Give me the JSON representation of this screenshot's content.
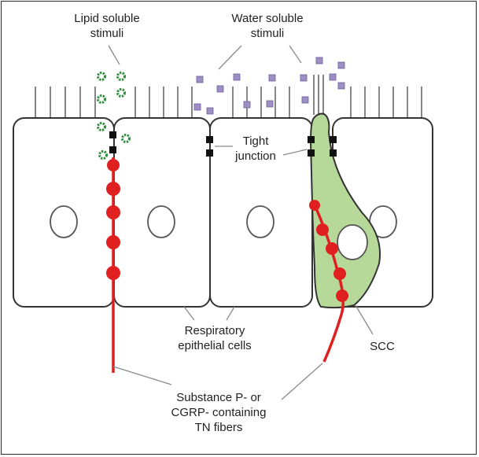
{
  "labels": {
    "lipid_line1": "Lipid soluble",
    "lipid_line2": "stimuli",
    "water_line1": "Water soluble",
    "water_line2": "stimuli",
    "tight_line1": "Tight",
    "tight_line2": "junction",
    "resp_line1": "Respiratory",
    "resp_line2": "epithelial cells",
    "scc": "SCC",
    "fiber_line1": "Substance P- or",
    "fiber_line2": "CGRP- containing",
    "fiber_line3": "TN fibers"
  },
  "colors": {
    "outline": "#333333",
    "cell_fill": "#ffffff",
    "scc_fill": "#b6d99a",
    "nerve": "#e02020",
    "lipid_stimulus": "#2e8b3a",
    "water_stimulus": "#9d8fc4",
    "junction": "#111111",
    "leader_line": "#8a8a8a"
  }
}
